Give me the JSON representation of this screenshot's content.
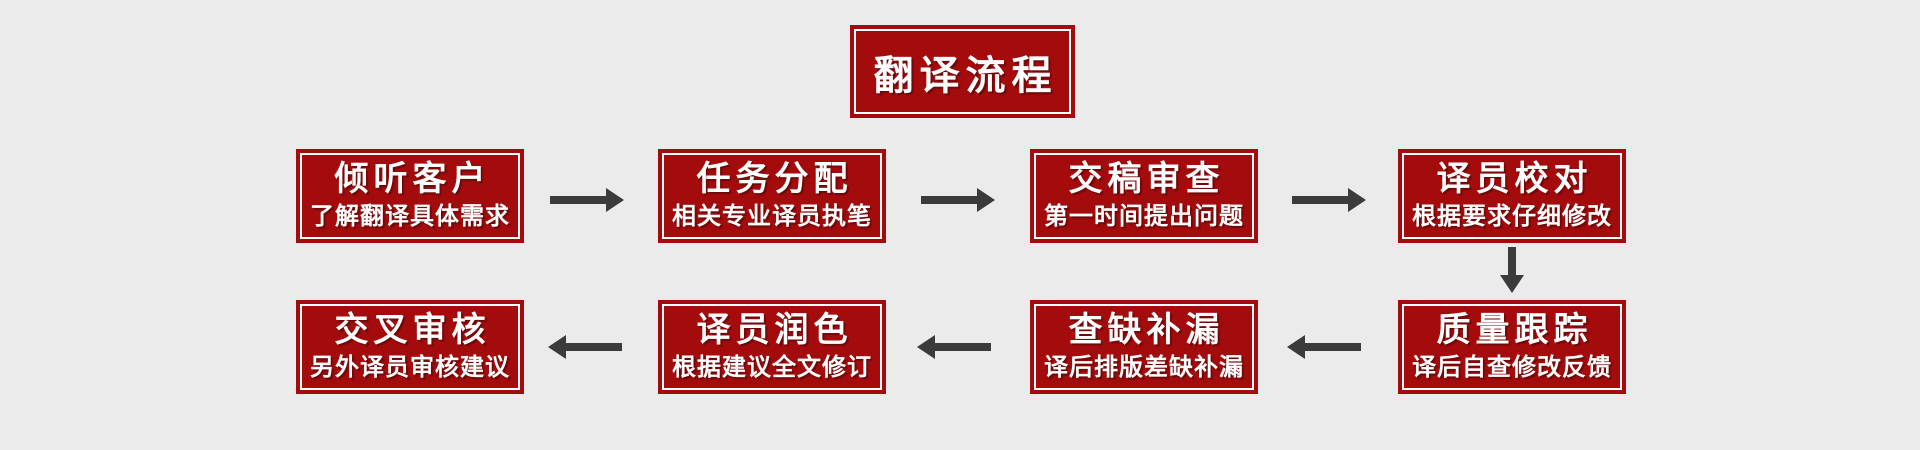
{
  "page": {
    "background": "#EBEBEB"
  },
  "colors": {
    "box_red": "#A40B0C",
    "border_white": "#FFFFFF",
    "arrow_dark": "#3B3B3B",
    "text_white": "#FFFFFF",
    "page_bg": "#EBEBEB"
  },
  "title": {
    "label": "翻译流程"
  },
  "flow": {
    "top_row": [
      {
        "title": "倾听客户",
        "subtitle": "了解翻译具体需求"
      },
      {
        "title": "任务分配",
        "subtitle": "相关专业译员执笔"
      },
      {
        "title": "交稿审查",
        "subtitle": "第一时间提出问题"
      },
      {
        "title": "译员校对",
        "subtitle": "根据要求仔细修改"
      }
    ],
    "bottom_row": [
      {
        "title": "交叉审核",
        "subtitle": "另外译员审核建议"
      },
      {
        "title": "译员润色",
        "subtitle": "根据建议全文修订"
      },
      {
        "title": "查缺补漏",
        "subtitle": "译后排版差缺补漏"
      },
      {
        "title": "质量跟踪",
        "subtitle": "译后自查修改反馈"
      }
    ]
  }
}
